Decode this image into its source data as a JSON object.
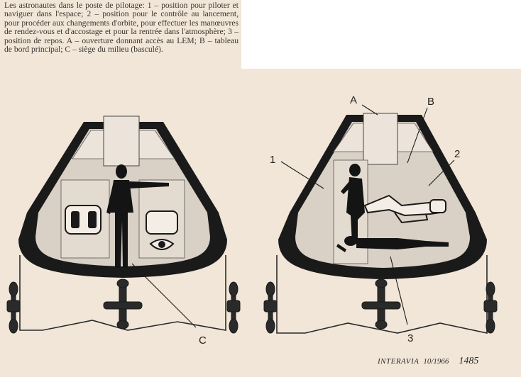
{
  "caption": "Les astronautes dans le poste de pilotage: 1 – position pour piloter et naviguer dans l'espace; 2 – position pour le contrôle au lancement, pour procéder aux changements d'orbite, pour effectuer les manœuvres de rendez-vous et d'accostage et pour la rentrée dans l'atmosphère; 3 – position de repos. A – ouverture donnant accès au LEM; B – tableau de bord principal; C – siège du milieu (basculé).",
  "figure": {
    "labels": {
      "A": "A",
      "B": "B",
      "C": "C",
      "one": "1",
      "two": "2",
      "three": "3"
    }
  },
  "footer": {
    "magazine": "INTERAVIA",
    "issue": "10/1966",
    "page_number": "1485"
  },
  "colors": {
    "paper": "#f1e6d8",
    "ink": "#1a1a1a",
    "panel": "#e6ddd2",
    "interior": "#d7cfc6"
  }
}
